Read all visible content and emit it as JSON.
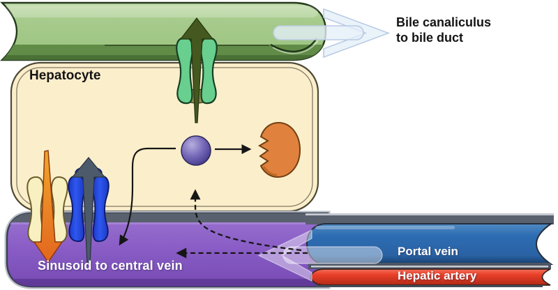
{
  "diagram_title": "Hepatocyte drug transport and elimination diagram",
  "labels": {
    "hepatocyte": "Hepatocyte",
    "bile_flow": "Bile canaliculus\nto bile duct",
    "sinusoid_flow": "Sinusoid to central vein",
    "portal_vein": "Portal vein",
    "hepatic_artery": "Hepatic artery"
  },
  "colors": {
    "bile_canaliculus_green": "#a6cb8c",
    "bile_canaliculus_dark_band": "#618c47",
    "canalicular_transporter_green": "#68cf8f",
    "bile_efflux_arrow_olive": "#44581f",
    "hepatocyte_fill": "#fbeecb",
    "drug_molecule_purple": "#7568b8",
    "enzyme_orange": "#e0823e",
    "efflux_transporter_yellow": "#f8f0c0",
    "efflux_arrow_orange": "#ec8030",
    "uptake_transporter_blue": "#2e57ef",
    "uptake_arrow_slate": "#4d5a6b",
    "sinusoid_purple": "#8a5ec6",
    "portal_vein_blue": "#2d6cb2",
    "hepatic_artery_red": "#ea3f28",
    "flow_arrow_light": "#e4eef9",
    "membrane_gray": "#59616f"
  },
  "icons": [
    {
      "name": "bile-flow-arrow",
      "meaning": "large outlined arrow pointing right from bile canaliculus"
    },
    {
      "name": "blood-flow-arrow",
      "meaning": "large translucent arrow pointing left from portal vein into sinusoid"
    },
    {
      "name": "drug-molecule",
      "meaning": "purple sphere inside hepatocyte"
    },
    {
      "name": "metabolizing-enzyme",
      "meaning": "orange enzyme with jagged bite facing the drug molecule"
    },
    {
      "name": "canalicular-transporter",
      "meaning": "green membrane transporter pumping into bile canaliculus"
    },
    {
      "name": "basolateral-efflux-transporter",
      "meaning": "yellow transporter with orange arrow pumping into sinusoid"
    },
    {
      "name": "uptake-transporter",
      "meaning": "blue transporter with gray arrow pumping into hepatocyte"
    },
    {
      "name": "passive-diffusion-arrows",
      "meaning": "dashed arrows from portal blood into sinusoid and up to drug molecule"
    }
  ]
}
